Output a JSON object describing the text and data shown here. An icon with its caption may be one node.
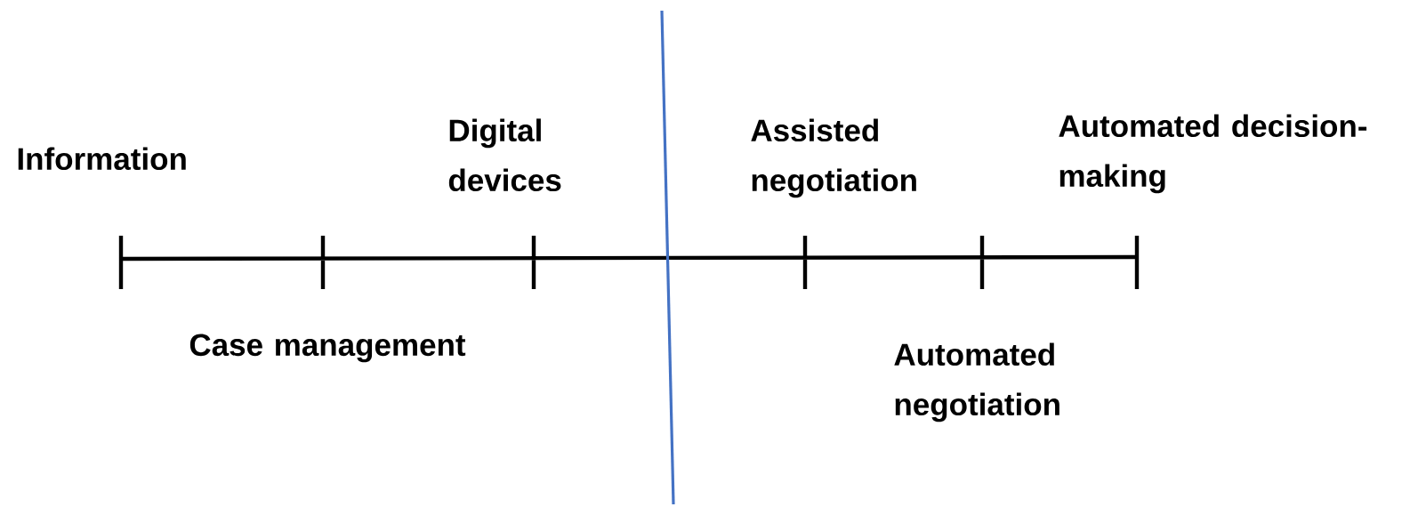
{
  "diagram": {
    "labels": [
      "Information",
      "Digital devices",
      "Case management",
      "Assisted negotiation",
      "Automated decision-making",
      "Automated negotiation"
    ]
  }
}
